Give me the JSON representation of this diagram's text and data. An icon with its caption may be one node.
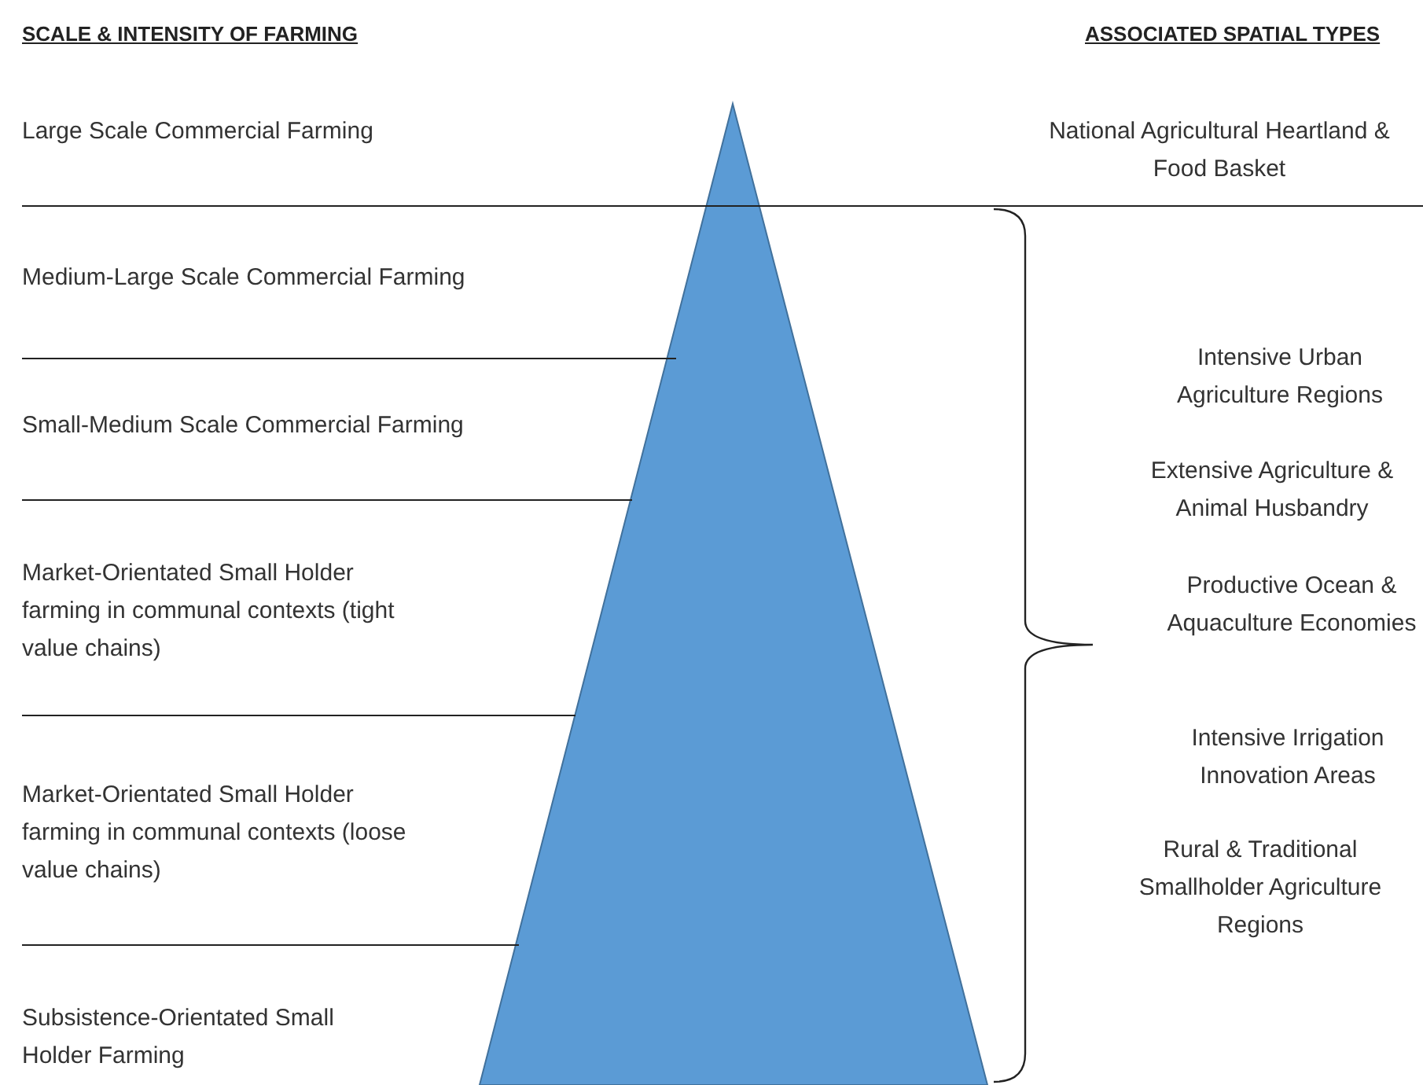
{
  "diagram": {
    "labels": [
      "SCALE & INTENSITY OF FARMING",
      "ASSOCIATED SPATIAL TYPES",
      "Large Scale Commercial Farming",
      "National Agricultural Heartland & Food Basket",
      "Medium-Large Scale Commercial Farming",
      "Intensive Urban Agriculture Regions",
      "Small-Medium Scale Commercial Farming",
      "Extensive Agriculture & Animal Husbandry",
      "Market-Orientated Small Holder farming in communal contexts (tight value chains)",
      "Productive Ocean & Aquaculture Economies",
      "Intensive Irrigation Innovation Areas",
      "Market-Orientated Small Holder farming in communal contexts (loose value chains)",
      "Rural & Traditional Smallholder Agriculture Regions",
      "Subsistence-Orientated Small Holder Farming"
    ]
  }
}
